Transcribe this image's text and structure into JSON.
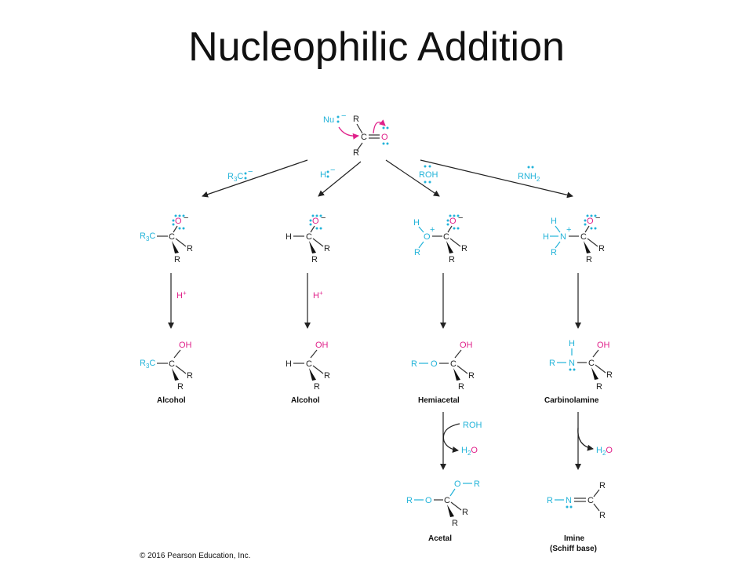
{
  "title": "Nucleophilic Addition",
  "copyright": "© 2016 Pearson Education, Inc.",
  "atoms": {
    "R": "R",
    "C": "C",
    "O": "O",
    "N": "N",
    "H": "H",
    "OH": "OH",
    "Nu": "Nu",
    "H2O": "H",
    "ROH": "ROH"
  },
  "reagents": {
    "r3c": "R",
    "r3c_sub": "3",
    "r3c_tail": "C",
    "hydride": "H",
    "roh": "ROH",
    "rnh2": "RNH",
    "rnh2_sub": "2",
    "proton": "H",
    "proton_sup": "+",
    "minus": "−",
    "water_h": "H",
    "water_sub": "2",
    "water_o": "O"
  },
  "products": {
    "alcohol_1": "Alcohol",
    "alcohol_2": "Alcohol",
    "hemiacetal": "Hemiacetal",
    "carbinolamine": "Carbinolamine",
    "acetal": "Acetal",
    "imine": "Imine",
    "imine_alt": "(Schiff base)"
  }
}
